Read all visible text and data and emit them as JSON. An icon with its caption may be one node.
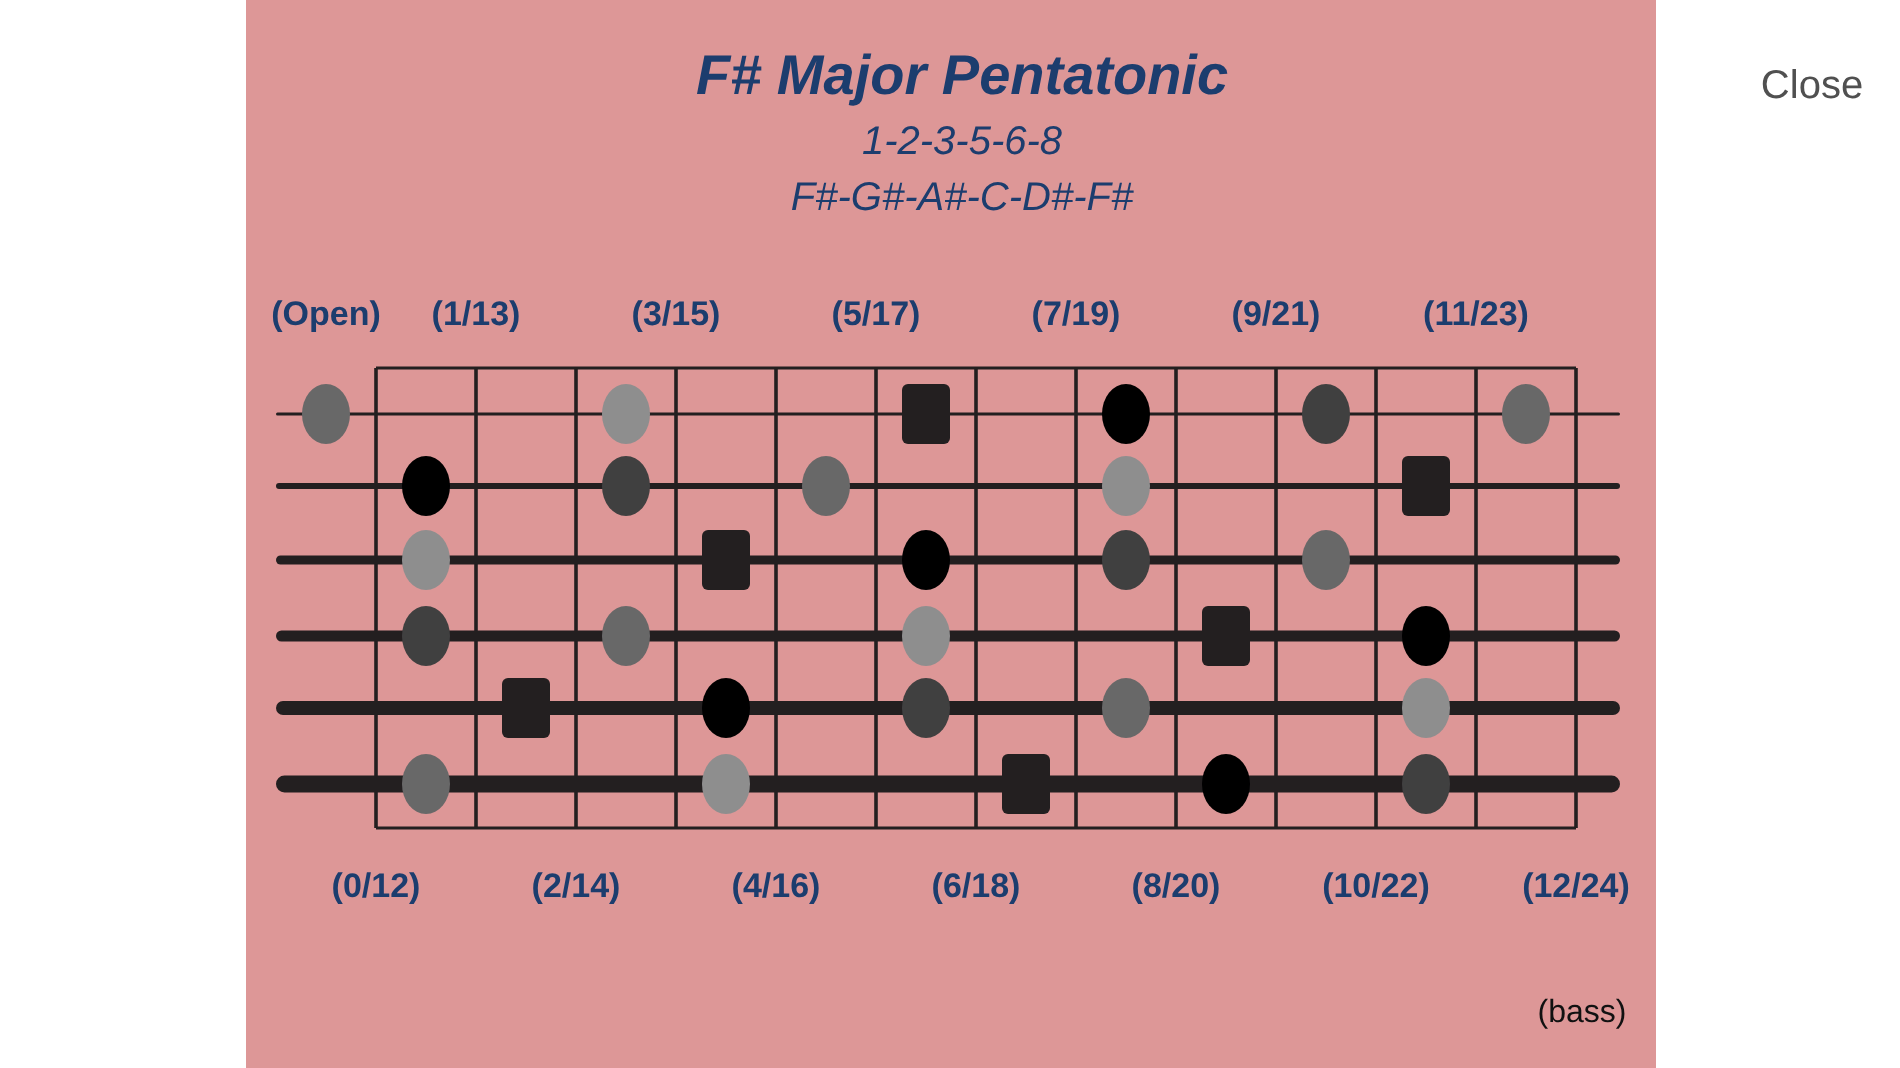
{
  "diagram": {
    "title": "F# Major Pentatonic",
    "labels": [
      "1-2-3-5-6-8",
      "F#-G#-A#-C-D#-F#",
      "(Open)",
      "(1/13)",
      "(3/15)",
      "(5/17)",
      "(7/19)",
      "(9/21)",
      "(11/23)",
      "(0/12)",
      "(2/14)",
      "(4/16)",
      "(6/18)",
      "(8/20)",
      "(10/22)",
      "(12/24)",
      "(bass)",
      "Close"
    ]
  }
}
